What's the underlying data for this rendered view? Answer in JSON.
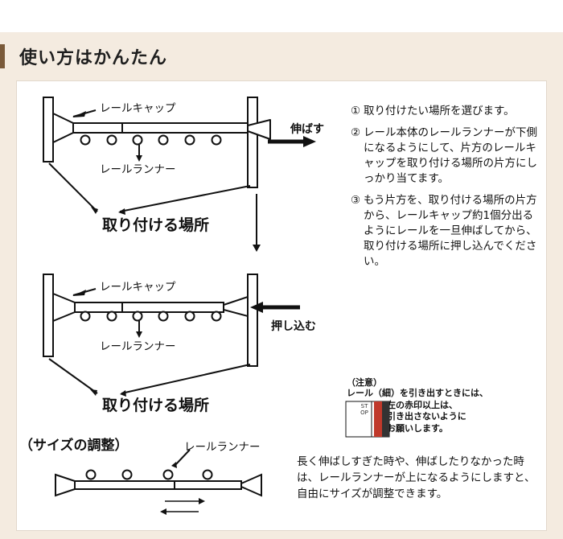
{
  "header": {
    "title": "使い方はかんたん"
  },
  "diagram": {
    "labels": {
      "cap_top": "レールキャップ",
      "runner_top": "レールランナー",
      "place_top": "取り付ける場所",
      "stretch": "伸ばす",
      "cap_mid": "レールキャップ",
      "runner_mid": "レールランナー",
      "push": "押し込む",
      "place_mid": "取り付ける場所",
      "size_title": "（サイズの調整）",
      "runner_bottom": "レールランナー"
    }
  },
  "steps": [
    {
      "num": "①",
      "text": "取り付けたい場所を選びます。"
    },
    {
      "num": "②",
      "text": "レール本体のレールランナーが下側になるようにして、片方のレールキャップを取り付ける場所の片方にしっかり当てます。"
    },
    {
      "num": "③",
      "text": "もう片方を、取り付ける場所の片方から、レールキャップ約1個分出るようにレールを一旦伸ばしてから、取り付ける場所に押し込んでください。"
    }
  ],
  "caution": {
    "title": "（注意）",
    "line1": "レール（細）を引き出すときには、",
    "line2": "左の赤印以上は、",
    "line3": "引き出さないように",
    "line4": "お願いします。",
    "stop_label": "STOP",
    "marker_color": "#c0392b"
  },
  "size_note": "長く伸ばしすぎた時や、伸ばしたりなかった時は、レールランナーが上になるようにしますと、自由にサイズが調整できます。",
  "colors": {
    "background": "#f4ebe0",
    "accent_bar": "#7a5a3a",
    "panel": "#ffffff"
  }
}
